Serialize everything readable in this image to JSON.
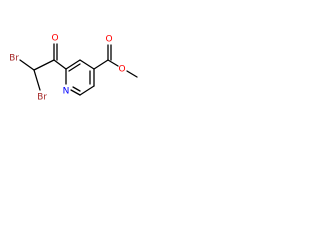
{
  "molecule": {
    "atoms": {
      "br1": {
        "label": "Br",
        "color": "#a52a2a"
      },
      "br2": {
        "label": "Br",
        "color": "#a52a2a"
      },
      "o_ketone": {
        "label": "O",
        "color": "#ff0000"
      },
      "n_ring": {
        "label": "N",
        "color": "#0000ff"
      },
      "o_carbonyl": {
        "label": "O",
        "color": "#ff0000"
      },
      "o_ester": {
        "label": "O",
        "color": "#ff0000"
      }
    }
  }
}
